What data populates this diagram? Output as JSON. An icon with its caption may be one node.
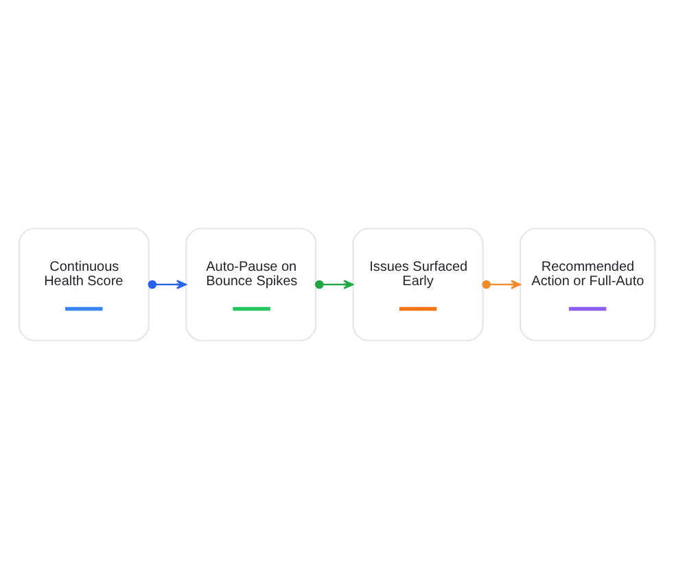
{
  "diagram": {
    "nodes": [
      {
        "text": [
          "Continuous Health Score"
        ]
      },
      {
        "text": [
          "Auto-Pause on Bounce Spikes"
        ]
      },
      {
        "text": [
          "Issues Surfaced Early"
        ]
      },
      {
        "text": [
          "Recommended Action or Full-Auto"
        ]
      }
    ],
    "edges": [
      {
        "from": 0,
        "to": 1,
        "arrow": "to",
        "color": "#2563eb"
      },
      {
        "from": 1,
        "to": 2,
        "arrow": "to",
        "color": "#22a645"
      },
      {
        "from": 2,
        "to": 3,
        "arrow": "to",
        "color": "#f28a2e"
      }
    ]
  }
}
